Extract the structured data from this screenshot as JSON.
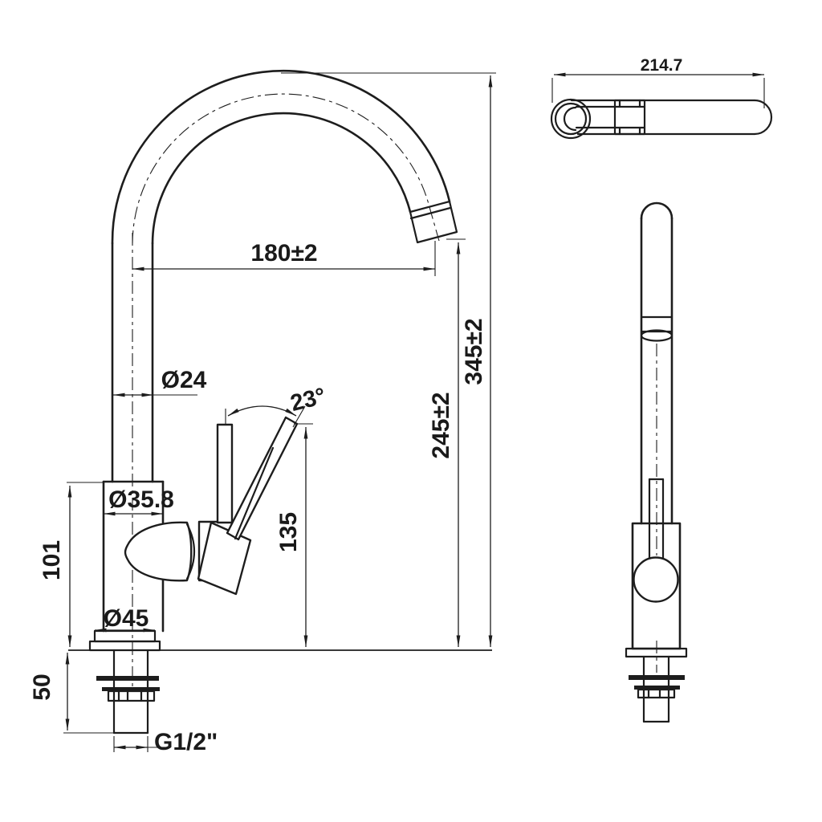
{
  "colors": {
    "ink": "#1d1d1d",
    "background": "#ffffff"
  },
  "views": {
    "front": {
      "dimensions": {
        "spout_reach": "180±2",
        "total_height": "345±2",
        "spout_height": "245±2",
        "spout_tube_diameter": "Ø24",
        "handle_angle": "23°",
        "body_diameter": "Ø35.8",
        "handle_top_height": "135",
        "body_height": "101",
        "base_diameter": "Ø45",
        "under_counter_depth": "50",
        "inlet_thread": "G1/2\""
      }
    },
    "top": {
      "dimensions": {
        "overall_width": "214.7"
      }
    },
    "side": {
      "dimensions": {}
    }
  }
}
